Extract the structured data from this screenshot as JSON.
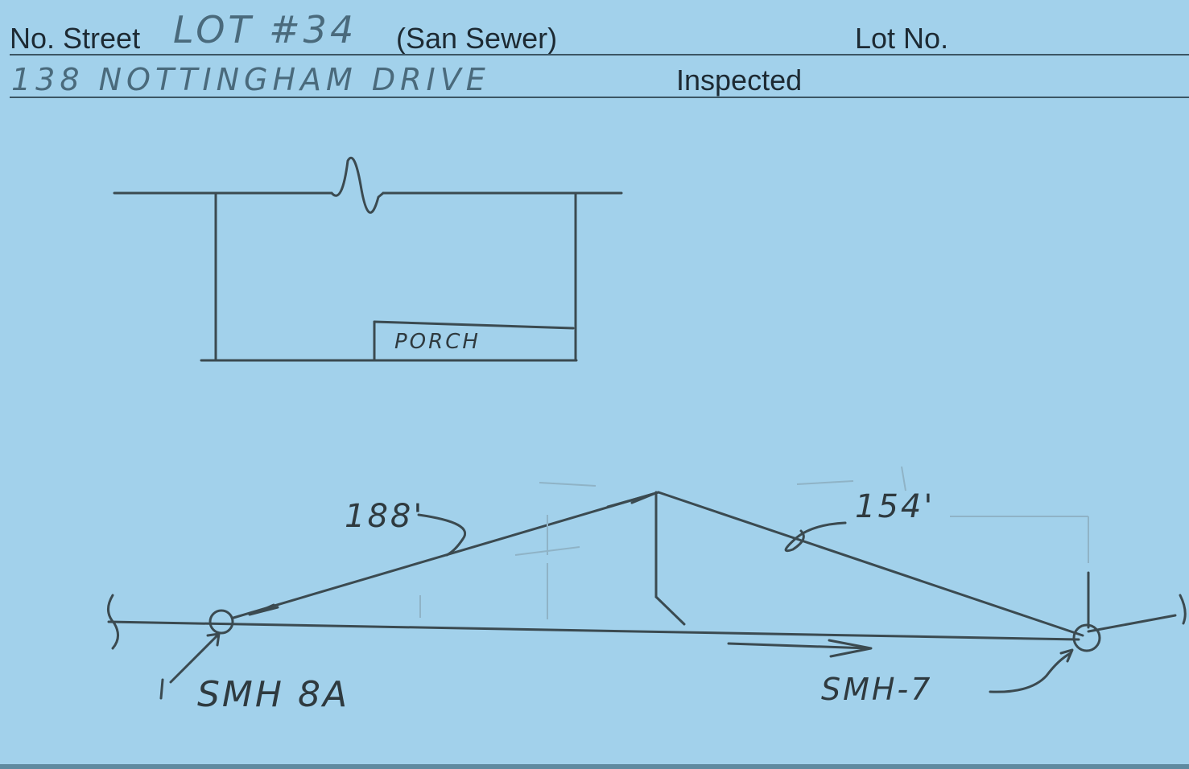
{
  "header": {
    "no_street_label": "No. Street",
    "lot_handwritten": "LOT #34",
    "san_sewer_label": "(San Sewer)",
    "lot_no_label": "Lot No.",
    "address_handwritten": "138 NOTTINGHAM DRIVE",
    "inspected_label": "Inspected"
  },
  "sketch": {
    "porch_label": "PORCH",
    "dist_left": "188'",
    "dist_right": "154'",
    "manhole_left": "SMH 8A",
    "manhole_right": "SMH-7"
  }
}
